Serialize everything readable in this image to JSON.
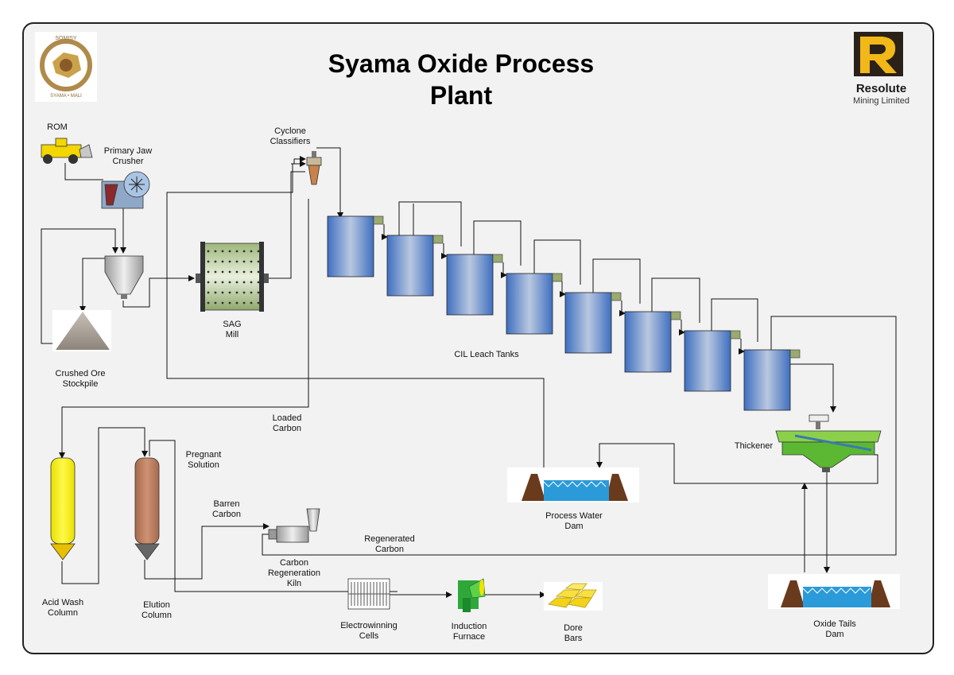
{
  "title_line1": "Syama Oxide Process",
  "title_line2": "Plant",
  "logos": {
    "somisy": {
      "top": "SOMISY",
      "bottom": "SYAMA • MALI",
      "icon": "somisy-logo"
    },
    "resolute": {
      "name": "Resolute",
      "sub": "Mining Limited",
      "icon": "resolute-r-logo"
    }
  },
  "labels": {
    "rom": "ROM",
    "jaw_crusher_1": "Primary Jaw",
    "jaw_crusher_2": "Crusher",
    "cyclone_1": "Cyclone",
    "cyclone_2": "Classifiers",
    "sag_1": "SAG",
    "sag_2": "Mill",
    "stockpile_1": "Crushed Ore",
    "stockpile_2": "Stockpile",
    "cil": "CIL Leach Tanks",
    "thickener": "Thickener",
    "loaded_carbon_1": "Loaded",
    "loaded_carbon_2": "Carbon",
    "pregnant_1": "Pregnant",
    "pregnant_2": "Solution",
    "barren_1": "Barren",
    "barren_2": "Carbon",
    "regenerated_1": "Regenerated",
    "regenerated_2": "Carbon",
    "kiln_1": "Carbon",
    "kiln_2": "Regeneration",
    "kiln_3": "Kiln",
    "process_water_1": "Process Water",
    "process_water_2": "Dam",
    "acid_wash_1": "Acid Wash",
    "acid_wash_2": "Column",
    "elution_1": "Elution",
    "elution_2": "Column",
    "electrowinning_1": "Electrowinning",
    "electrowinning_2": "Cells",
    "induction_1": "Induction",
    "induction_2": "Furnace",
    "dore_1": "Dore",
    "dore_2": "Bars",
    "tails_1": "Oxide Tails",
    "tails_2": "Dam"
  },
  "colors": {
    "tank_blue": "#4f7fc8",
    "acid_column": "#f5ef10",
    "elution_column": "#b8795a",
    "water": "#2a9ad8",
    "dam_wall": "#6a3a1c",
    "thickener": "#6fbf45",
    "gold": "#f3d21a"
  }
}
